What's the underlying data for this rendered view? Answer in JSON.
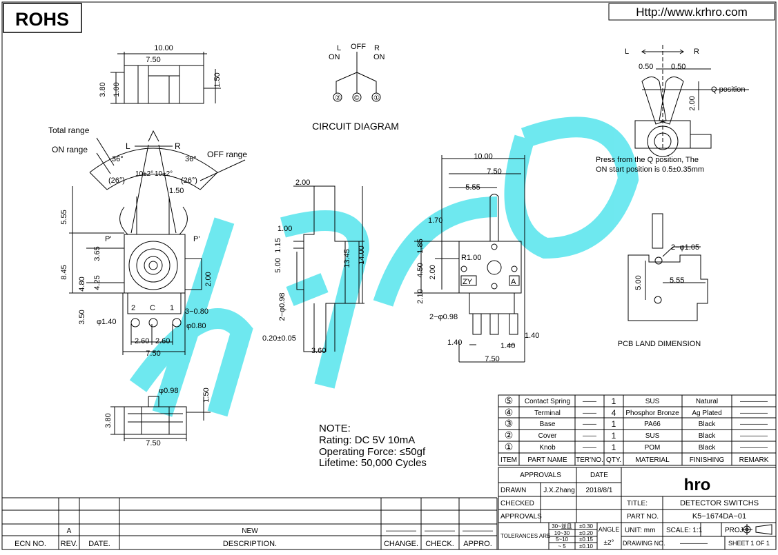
{
  "header": {
    "badge": "ROHS",
    "url": "Http://www.krhro.com"
  },
  "watermark": {
    "text": "hro",
    "color": "#5fe6ee"
  },
  "top_view": {
    "dims": [
      "10.00",
      "7.50",
      "3.80",
      "1.00",
      "1.50"
    ]
  },
  "circuit": {
    "title": "CIRCUIT DIAGRAM",
    "l_label": "L",
    "on_left": "ON",
    "off": "OFF",
    "r_label": "R",
    "on_right": "ON",
    "pins": [
      "②",
      "©",
      "①"
    ]
  },
  "front_view": {
    "total_range": "Total range",
    "on_range": "ON range",
    "off_range": "OFF range",
    "l": "L",
    "r": "R",
    "angle_left": "36°",
    "angle_right": "36°",
    "arc_left": "(26°)",
    "arc_right": "(26°)",
    "tol_left": "10±2°",
    "tol_mid": "10±2°",
    "p_left": "P'",
    "p_right": "P'",
    "dims": [
      "1.50",
      "5.55",
      "8.45",
      "3.65",
      "4.80",
      "4.25",
      "2.00",
      "3.50",
      "φ1.40",
      "3−0.80",
      "φ0.80",
      "2.60",
      "2.60",
      "7.50"
    ],
    "pin_labels": [
      "2",
      "C",
      "1"
    ]
  },
  "side_view": {
    "dims": [
      "2.00",
      "1.00",
      "1.15",
      "5.00",
      "13.45",
      "14.00",
      "2−φ0.98",
      "0.20±0.05",
      "3.60"
    ]
  },
  "back_view": {
    "dims": [
      "10.00",
      "7.50",
      "5.55",
      "1.70",
      "1.85",
      "R1.00",
      "4.50",
      "2.00",
      "2.10",
      "2−φ0.98",
      "1.40",
      "1.40",
      "1.40",
      "7.50"
    ],
    "marks": [
      "ZY",
      "A"
    ]
  },
  "q_view": {
    "l": "L",
    "r": "R",
    "dim_left": "0.50",
    "dim_right": "0.50",
    "q_label": "Q position",
    "dim_q": "2.00",
    "note_line1": "Press from the Q position, The",
    "note_line2": "ON start position is 0.5±0.35mm"
  },
  "pcb": {
    "title": "PCB LAND DIMENSION",
    "dims": [
      "2−φ1.05",
      "5.00",
      "5.55"
    ]
  },
  "bottom_view": {
    "dims": [
      "φ0.98",
      "1.50",
      "3.80",
      "7.50"
    ]
  },
  "note": {
    "title": "NOTE:",
    "lines": [
      "Rating: DC 5V 10mA",
      "Operating Force: ≤50gf",
      "Lifetime: 50,000 Cycles"
    ]
  },
  "bom": {
    "rows": [
      {
        "no": "⑤",
        "part": "Contact Spring",
        "ter": "——",
        "qty": "1",
        "material": "SUS",
        "finishing": "Natural",
        "remark": "————"
      },
      {
        "no": "④",
        "part": "Terminal",
        "ter": "——",
        "qty": "4",
        "material": "Phosphor Bronze",
        "finishing": "Ag Plated",
        "remark": "————"
      },
      {
        "no": "③",
        "part": "Base",
        "ter": "——",
        "qty": "1",
        "material": "PA66",
        "finishing": "Black",
        "remark": "————"
      },
      {
        "no": "②",
        "part": "Cover",
        "ter": "——",
        "qty": "1",
        "material": "SUS",
        "finishing": "Black",
        "remark": "————"
      },
      {
        "no": "①",
        "part": "Knob",
        "ter": "——",
        "qty": "1",
        "material": "POM",
        "finishing": "Black",
        "remark": "————"
      }
    ],
    "headers": {
      "item": "ITEM",
      "part": "PART NAME",
      "ter": "TER'NO.",
      "qty": "QTY.",
      "material": "MATERIAL",
      "finishing": "FINISHING",
      "remark": "REMARK"
    }
  },
  "title_block": {
    "approvals_hdr": "APPROVALS",
    "date_hdr": "DATE",
    "drawn": "DRAWN",
    "drawn_by": "J.X.Zhang",
    "drawn_date": "2018/8/1",
    "checked": "CHECKED",
    "approvals": "APPROVALS",
    "logo": "hro",
    "title_lbl": "TITLE:",
    "title_val": "DETECTOR SWITCHS",
    "part_lbl": "PART NO.",
    "part_val": "K5−1674DA−01",
    "tolerances": "TOLERANCES ARE",
    "tol_ranges": [
      "30~並且",
      "10~30",
      "5~10",
      "~ 5"
    ],
    "tol_values": [
      "±0.30",
      "±0.20",
      "±0.15",
      "±0.10"
    ],
    "angle": "ANGLE",
    "angle_val": "±2°",
    "unit": "UNIT: mm",
    "scale": "SCALE:  1:1",
    "proj": "PROJ.",
    "drawing_no": "DRAWING NO.",
    "drawing_no_val": "————",
    "sheet": "SHEET  1 OF 1"
  },
  "revision": {
    "rev": "A",
    "desc": "NEW",
    "headers": {
      "ecn": "ECN NO.",
      "rev": "REV.",
      "date": "DATE.",
      "desc": "DESCRIPTION.",
      "change": "CHANGE.",
      "check": "CHECK.",
      "appro": "APPRO."
    },
    "blank": "————"
  }
}
